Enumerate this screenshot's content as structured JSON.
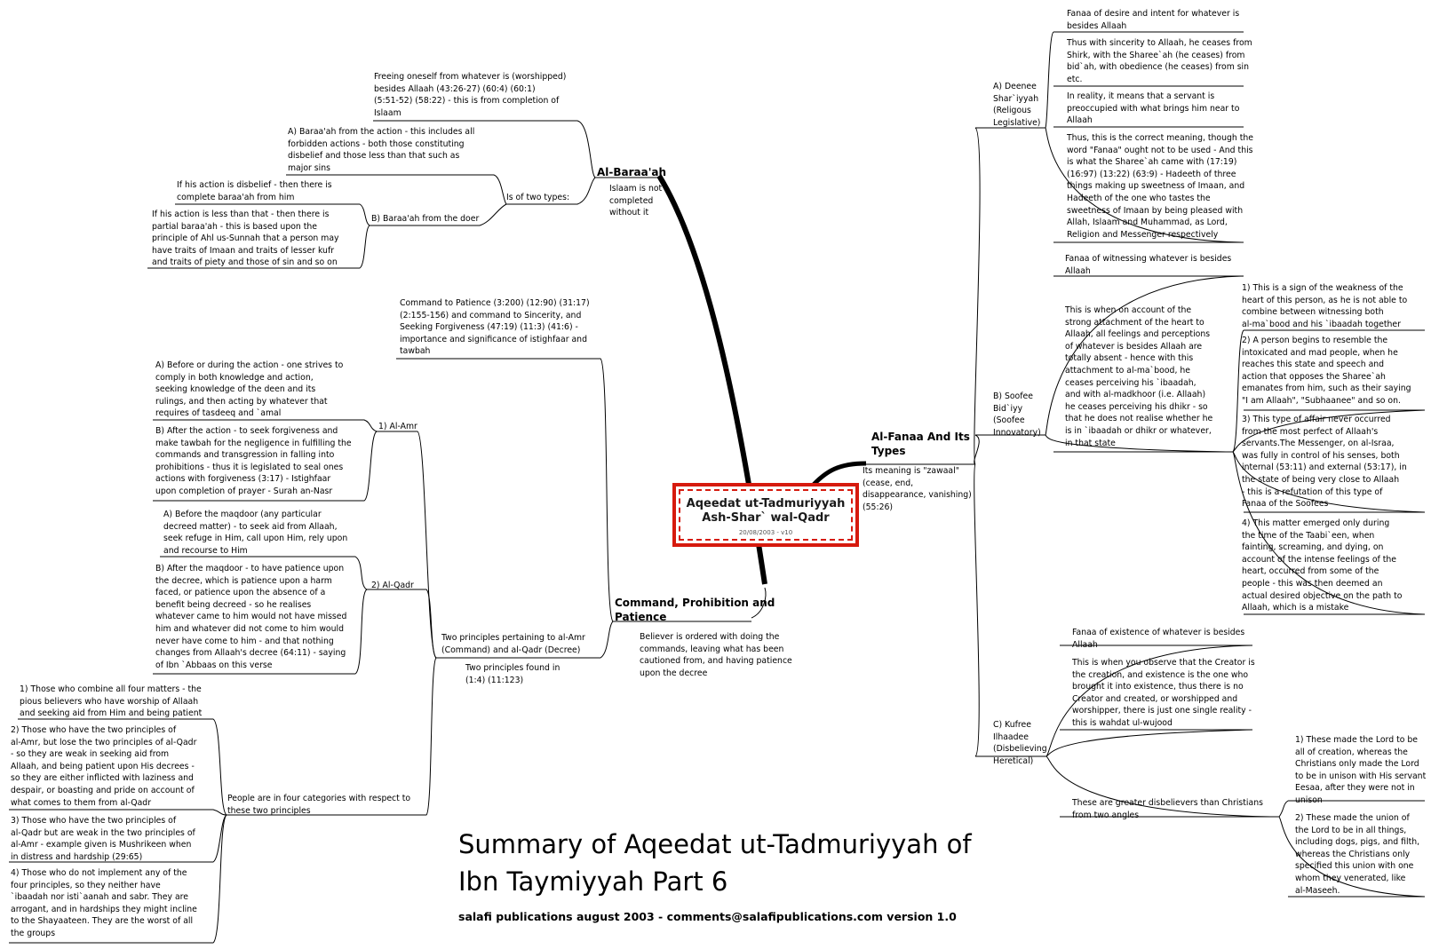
{
  "center": {
    "title": "Aqeedat ut-Tadmuriyyah\nAsh-Shar` wal-Qadr",
    "date": "20/08/2003 - v10"
  },
  "footer": {
    "title": "Summary of Aqeedat ut-Tadmuriyyah of\nIbn Taymiyyah Part 6",
    "subtitle": "salafi publications august 2003 - comments@salafipublications.com version 1.0"
  },
  "baraah": {
    "title": "Al-Baraa'ah",
    "note": "Islaam is not\ncompleted\nwithout it",
    "freeing": "Freeing oneself from whatever is (worshipped)\nbesides Allaah (43:26-27) (60:4) (60:1)\n(5:51-52) (58:22) - this is from completion of\nIslaam",
    "two_types": "Is of two types:",
    "action": "A) Baraa'ah from the action - this includes all\nforbidden actions - both those constituting\ndisbelief and those less than that such as\nmajor sins",
    "doer": "B) Baraa'ah from the doer",
    "doer_disbelief": "If his action is disbelief - then there is\ncomplete baraa'ah from him",
    "doer_less": "If his action is less than that - then there is\npartial baraa'ah - this is based upon the\nprinciple of Ahl us-Sunnah that a person may\nhave traits of Imaan and traits of lesser kufr\nand traits of piety and those of sin and so on"
  },
  "command": {
    "title": "Command, Prohibition and\nPatience",
    "note": "Believer is ordered with doing the\ncommands, leaving what has been\ncautioned from, and having patience\nupon the decree",
    "patience": "Command to Patience (3:200) (12:90) (31:17)\n(2:155-156) and command to Sincerity, and\nSeeking Forgiveness (47:19) (11:3) (41:6) -\nimportance and significance of istighfaar and\ntawbah",
    "two_principles": "Two principles pertaining to al-Amr\n(Command) and al-Qadr (Decree)",
    "found_in": "Two principles found in\n(1:4) (11:123)",
    "amr": "1) Al-Amr",
    "amr_before": "A) Before or during the action - one strives  to\ncomply in both knowledge and action,\nseeking knowledge of the deen and its\nrulings, and then acting by whatever that\nrequires of tasdeeq and `amal",
    "amr_after": "B) After the action - to seek forgiveness and\nmake tawbah for the negligence in fulfilling the\ncommands and transgression in falling into\nprohibitions - thus it is legislated to seal ones\nactions with forgiveness (3:17) - Istighfaar\nupon completion of prayer - Surah an-Nasr",
    "qadr": "2) Al-Qadr",
    "qadr_before": "A) Before the maqdoor (any particular\ndecreed matter) - to seek aid from Allaah,\nseek refuge in Him, call upon Him, rely upon\nand recourse to Him",
    "qadr_after": "B) After the maqdoor - to have patience upon\nthe decree, which is patience upon a harm\nfaced, or patience upon the absence of a\nbenefit being decreed - so he realises\nwhatever came to him would not have missed\nhim and whatever did not come to him would\nnever have come to him - and that nothing\nchanges from Allaah's decree (64:11) - saying\nof Ibn `Abbaas on this verse",
    "people": "People are in four categories with respect to\nthese two principles",
    "cat1": "1) Those who combine all four matters - the\npious believers who have worship of Allaah\nand seeking aid from Him and being patient",
    "cat2": "2) Those who have the two principles of\nal-Amr, but lose the two principles of al-Qadr\n- so they are weak in seeking aid from\nAllaah, and being patient upon His decrees -\nso they are either inflicted with laziness and\ndespair, or boasting and pride on account of\nwhat comes to them from al-Qadr",
    "cat3": "3) Those who have the two principles of\nal-Qadr but are weak in the two principles of\nal-Amr - example given is Mushrikeen when\nin distress and hardship (29:65)",
    "cat4": "4) Those who do not implement any of the\nfour principles, so they neither have\n`ibaadah nor isti`aanah and sabr. They are\narrogant, and in hardships they might incline\nto the Shayaateen. They are the worst of all\nthe groups"
  },
  "fanaa": {
    "title": "Al-Fanaa And Its\nTypes",
    "note": "Its meaning is \"zawaal\"\n(cease, end,\ndisappearance, vanishing)\n(55:26)",
    "deenee": "A) Deenee\nShar`iyyah\n(Religous\nLegislative)",
    "deenee_1": "Fanaa of desire and intent for whatever is\nbesides Allaah",
    "deenee_2": "Thus with sincerity to Allaah, he ceases from\nShirk, with the Sharee`ah (he ceases) from\nbid`ah, with obedience (he ceases) from sin\netc.",
    "deenee_3": "In reality, it means that a servant is\npreoccupied with what brings him near to\nAllaah",
    "deenee_4": "Thus, this is the correct meaning, though the\nword \"Fanaa\" ought not to be used - And this\nis what the Sharee`ah came with (17:19)\n(16:97) (13:22) (63:9) - Hadeeth of three\nthings making up sweetness of Imaan, and\nHadeeth of the one who tastes the\nsweetness of Imaan by being pleased with\nAllah, Islaam and Muhammad, as Lord,\nReligion and Messenger respectively",
    "soofee": "B) Soofee\nBid`iyy\n(Soofee\nInnovatory)",
    "soofee_1": "Fanaa of witnessing whatever is besides\nAllaah",
    "soofee_2": "This is when on account of the\nstrong attachment of the heart to\nAllaah, all feelings and perceptions\nof whatever is besides Allaah are\ntotally absent - hence with this\nattachment to al-ma`bood, he\nceases perceiving his `ibaadah,\nand with al-madkhoor (i.e. Allaah)\nhe ceases perceiving his dhikr - so\nthat he does not realise whether he\nis in `ibaadah or dhikr or whatever,\nin that state",
    "soofee_s1": "1) This is a sign of the weakness of the\nheart of this person, as he is not able to\ncombine between witnessing both\nal-ma`bood and his `ibaadah together",
    "soofee_s2": "2) A person begins to resemble the\nintoxicated and mad people, when he\nreaches this state and speech and\naction that opposes the Sharee`ah\nemanates from him, such as their saying\n\"I am Allaah\", \"Subhaanee\" and so on.",
    "soofee_s3": "3) This type of affair never occurred\nfrom the most perfect of Allaah's\nservants.The Messenger, on al-Israa,\nwas fully in control of his senses, both\ninternal (53:11) and external (53:17), in\nthe state of being very close to Allaah\n- this is a refutation of this type of\nFanaa of the Soofees",
    "soofee_s4": "4) This matter emerged only during\nthe time of the Taabi`een, when\nfainting, screaming, and dying, on\naccount of the intense feelings of the\nheart, occurred from some of the\npeople - this was then deemed an\nactual desired objective on the path to\nAllaah, which is a mistake",
    "kufree": "C) Kufree\nIlhaadee\n(Disbelieving\nHeretical)",
    "kufree_1": "Fanaa of existence of whatever is besides\nAllaah",
    "kufree_2": "This is when you observe that the Creator is\nthe creation, and existence is the one who\nbrought it into existence, thus there is no\nCreator and created, or worshipped and\nworshipper, there is just one single reality -\nthis is wahdat ul-wujood",
    "kufree_3": "These are greater disbelievers than Christians\nfrom two angles",
    "kufree_s1": "1) These made the Lord to be\nall of creation, whereas the\nChristians only made the Lord\nto be in unison with His servant\nEesaa, after they were not in\nunison",
    "kufree_s2": "2) These made the union of\nthe Lord to be in all things,\nincluding dogs, pigs, and filth,\nwhereas the Christians only\nspecified this union with one\nwhom they venerated, like\nal-Maseeh."
  }
}
